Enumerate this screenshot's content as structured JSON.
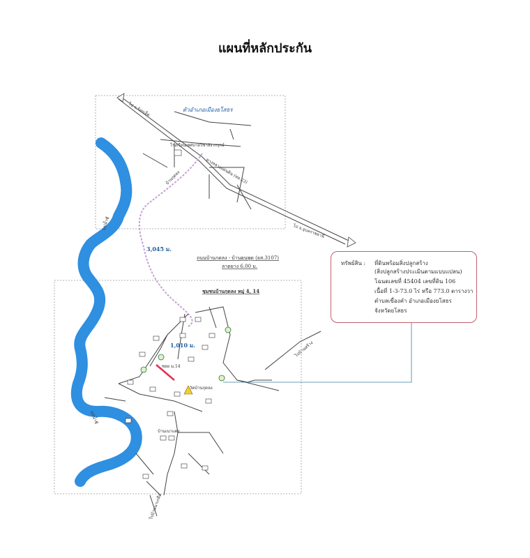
{
  "page_title": "แผนที่หลักประกัน",
  "map": {
    "district_label": "ตัวอำเภอเมืองยโสธร",
    "school_label": "โรงเรียนเทศบาลวิชาสังวรรุกษ์",
    "highway_label": "ทางหลวงแผ่นดิน (หล.23)",
    "road_to_roi_et": "ไป จ.ร้อยเอ็ด",
    "road_to_ubon": "ไป จ.อุบลราชธานี",
    "river_label_top": "แม่น้ำชี",
    "river_label_bottom": "แม่น้ำชี",
    "distance_main": "3,045 ม.",
    "distance_village": "1,010 ม.",
    "road_name": "ถนนบ้านกดลง - บ้านดูนพูด (ยส.3107)",
    "road_width": "ลาดยาง 6.00 ม.",
    "village_label": "ชุมชนบ้านกุดลง หมู่ 4, 14",
    "house_label": "ซอย ม.14",
    "temple_label": "วัดบ้านกุดลง",
    "school_village_label": "บ้านเนาแดง",
    "road_to_village_right": "ไปบ้านสร้าง",
    "road_to_bottom": "ไปบ้านนาเกลือ"
  },
  "callout": {
    "label": "ทรัพย์สิน :",
    "lines": [
      "ที่ดินพร้อมสิ่งปลูกสร้าง",
      "(สิ่งปลูกสร้างประเมินตามแบบแปลน)",
      "โฉนดเลขที่ 45404 เลขที่ดิน 106",
      "เนื้อที่ 1-3-73.0 ไร่ หรือ 773.0 ตารางวา",
      "ตำบลเขื่องคำ อำเภอเมืองยโสธร",
      "จังหวัดยโสธร"
    ]
  },
  "colors": {
    "river": "#2f8fe0",
    "route_highlight": "#c8a0d8",
    "property_marker": "#e03050",
    "callout_border": "#c0606a",
    "label_blue": "#2060a0"
  }
}
